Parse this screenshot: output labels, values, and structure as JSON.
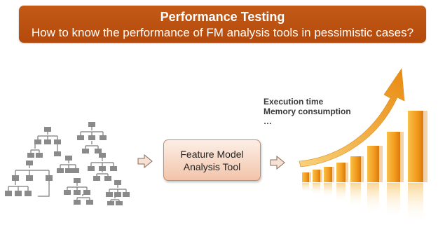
{
  "header": {
    "title": "Performance Testing",
    "subtitle": "How to know the performance of FM analysis tools in pessimistic cases?"
  },
  "tool_box": {
    "line1": "Feature Model",
    "line2": "Analysis Tool"
  },
  "metrics": [
    "Execution time",
    "Memory consumption",
    "…"
  ],
  "colors": {
    "banner": "#b34a0c",
    "node": "#8a8a8a",
    "tool_box": "#f6d3c0",
    "bars": "#f2a52a"
  },
  "icons": {
    "feature_models": "tree-diagrams-icon",
    "arrow": "right-arrow-icon",
    "growth": "bar-growth-chart-icon"
  }
}
